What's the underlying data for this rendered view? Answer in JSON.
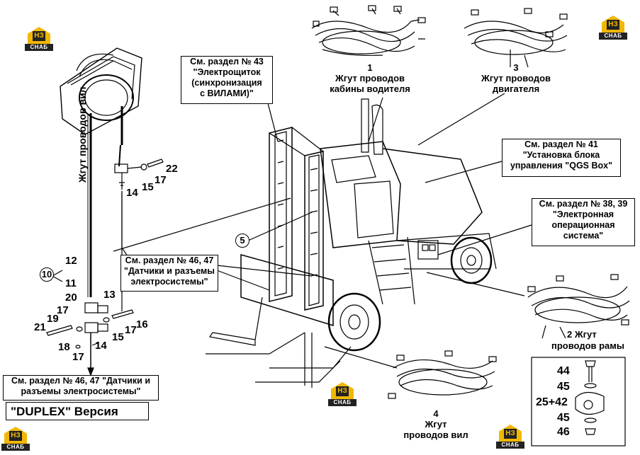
{
  "harness_labels": {
    "cab": {
      "num": "1",
      "line1": "Жгут проводов",
      "line2": "кабины водителя"
    },
    "engine": {
      "num": "3",
      "line1": "Жгут проводов",
      "line2": "двигателя"
    },
    "frame": {
      "num": "2",
      "line1": "Жгут",
      "line2": "проводов рамы"
    },
    "forks": {
      "num": "4",
      "line1": "Жгут",
      "line2": "проводов вил"
    },
    "fork_vertical": "Жгут проводов вил"
  },
  "callouts": {
    "s43": {
      "l1": "См. раздел № 43",
      "l2": "\"Электрощиток",
      "l3": "(синхронизация",
      "l4": "с ВИЛАМИ)\""
    },
    "s41": {
      "l1": "См. раздел № 41",
      "l2": "\"Установка блока",
      "l3": "управления \"QGS Box\""
    },
    "s3839": {
      "l1": "См. раздел № 38, 39",
      "l2": "\"Электронная",
      "l3": "операционная",
      "l4": "система\""
    },
    "s4647_mid": {
      "l1": "См. раздел № 46, 47",
      "l2": "\"Датчики и разъемы",
      "l3": "электросистемы\""
    },
    "s4647_bottom": {
      "l1": "См. раздел № 46, 47 \"Датчики и",
      "l2": "разъемы электросистемы\""
    }
  },
  "version_label": "\"DUPLEX\"   Версия",
  "part_numbers": {
    "p5": "5",
    "p10": "10",
    "p11": "11",
    "p12": "12",
    "p13": "13",
    "p14a": "14",
    "p14b": "14",
    "p15a": "15",
    "p15b": "15",
    "p16": "16",
    "p17a": "17",
    "p17b": "17",
    "p17c": "17",
    "p17d": "17",
    "p18": "18",
    "p19": "19",
    "p20": "20",
    "p21": "21",
    "p22": "22",
    "p44": "44",
    "p45a": "45",
    "p4242": "25+42",
    "p45b": "45",
    "p46": "46"
  },
  "logo": {
    "mark": "НЗ",
    "caption": "СНАБ",
    "color": "#f2b705"
  }
}
